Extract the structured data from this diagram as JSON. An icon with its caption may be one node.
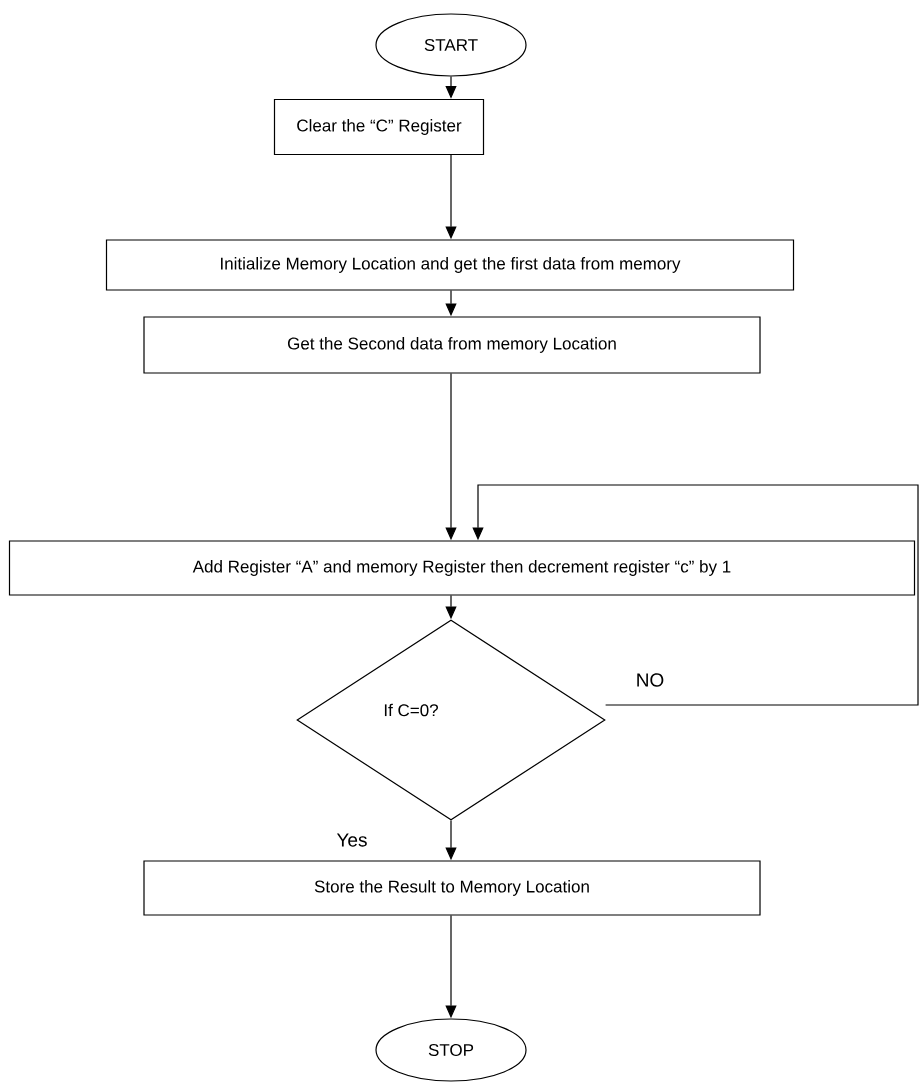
{
  "diagram": {
    "nodes": [
      {
        "text": [
          "START"
        ]
      },
      {
        "text": [
          "Clear the “C” Register"
        ]
      },
      {
        "text": [
          "Initialize Memory Location and get the first data from memory"
        ]
      },
      {
        "text": [
          "Get the Second data from memory  Location"
        ]
      },
      {
        "text": [
          "Add Register “A” and memory Register then decrement register “c” by 1"
        ]
      },
      {
        "text": [
          "If C=0?"
        ]
      },
      {
        "text": [
          "Store the Result to Memory Location"
        ]
      },
      {
        "text": [
          "STOP"
        ]
      }
    ],
    "edges": [
      {
        "from": 0,
        "to": 1,
        "arrow": "to"
      },
      {
        "from": 1,
        "to": 2,
        "arrow": "to"
      },
      {
        "from": 2,
        "to": 3,
        "arrow": "to"
      },
      {
        "from": 3,
        "to": 4,
        "arrow": "to"
      },
      {
        "from": 4,
        "to": 5,
        "arrow": "to"
      },
      {
        "from": 5,
        "to": 6,
        "arrow": "to",
        "label": "Yes"
      },
      {
        "from": 5,
        "to": 4,
        "arrow": "to",
        "label": "NO"
      },
      {
        "from": 6,
        "to": 7,
        "arrow": "to"
      }
    ]
  }
}
